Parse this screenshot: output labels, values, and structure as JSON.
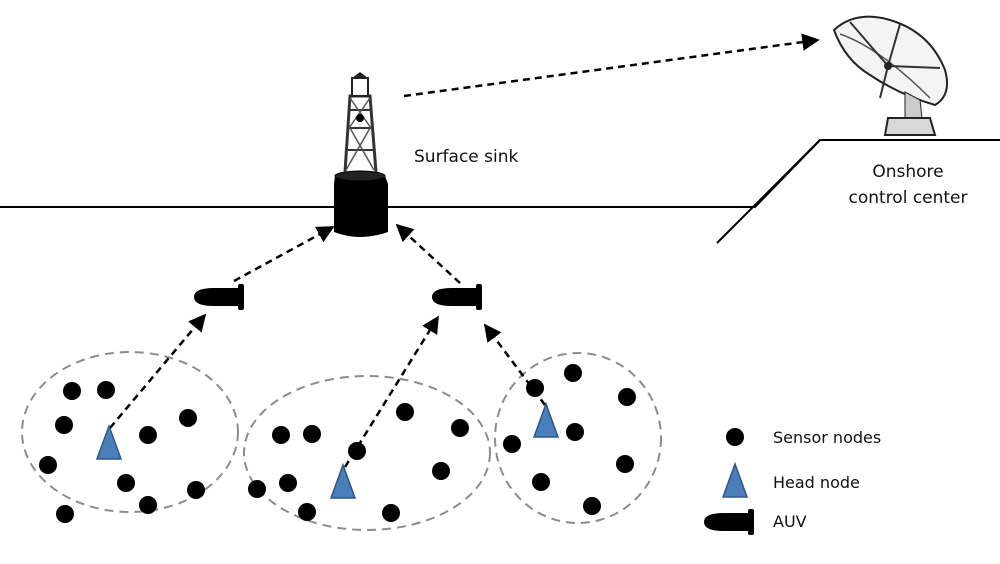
{
  "labels": {
    "surface_sink": "Surface sink",
    "onshore_line1": "Onshore",
    "onshore_line2": "control center"
  },
  "legend": {
    "sensor": "Sensor nodes",
    "head": "Head node",
    "auv": "AUV"
  },
  "colors": {
    "node": "#000000",
    "head_fill": "#4a7ebb",
    "head_stroke": "#2f5785",
    "cluster_stroke": "#8c8c8c",
    "line": "#000000"
  },
  "icons": {
    "buoy": "surface-buoy-icon",
    "dish": "satellite-dish-icon",
    "auv": "auv-icon"
  }
}
